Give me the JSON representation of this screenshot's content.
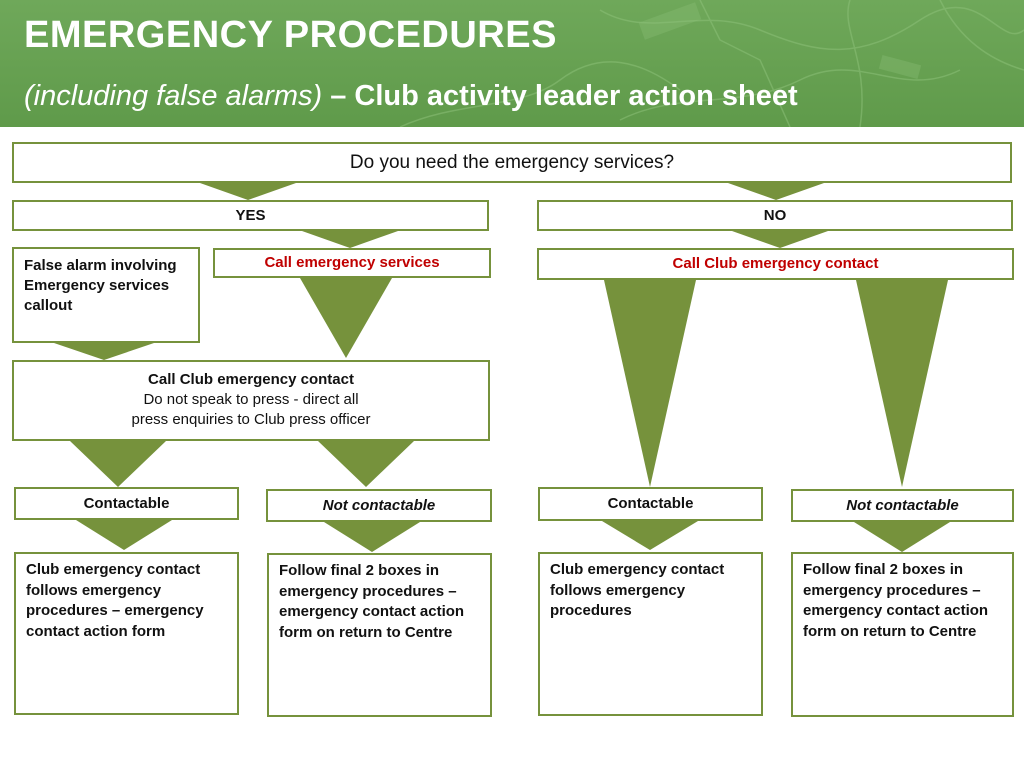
{
  "header": {
    "title": "EMERGENCY PROCEDURES",
    "subtitle_italic": "(including false alarms)",
    "subtitle_bold": " – Club activity leader action sheet"
  },
  "flow": {
    "question": "Do you need the emergency services?",
    "yes": "YES",
    "no": "NO",
    "false_alarm": "False alarm involving Emergency services callout",
    "call_emergency_services": "Call emergency services",
    "call_club_contact_right": "Call Club emergency contact",
    "mid_box": {
      "line1": "Call Club emergency contact",
      "line2": "Do not speak to press - direct all",
      "line3": "press enquiries to Club press officer"
    },
    "left_contactable": "Contactable",
    "left_not_contactable": "Not contactable",
    "right_contactable": "Contactable",
    "right_not_contactable": "Not contactable",
    "outcome_1": "Club emergency contact follows emergency procedures – emergency contact action form",
    "outcome_2": "Follow final 2 boxes in emergency procedures – emergency contact action form on return to Centre",
    "outcome_3": "Club emergency contact follows emergency procedures",
    "outcome_4": "Follow final 2 boxes in emergency procedures – emergency contact action form on return to Centre"
  },
  "colors": {
    "header_green": "#6fa85a",
    "arrow_green": "#76923c",
    "border_green": "#76923c",
    "highlight_red": "#c00000"
  }
}
